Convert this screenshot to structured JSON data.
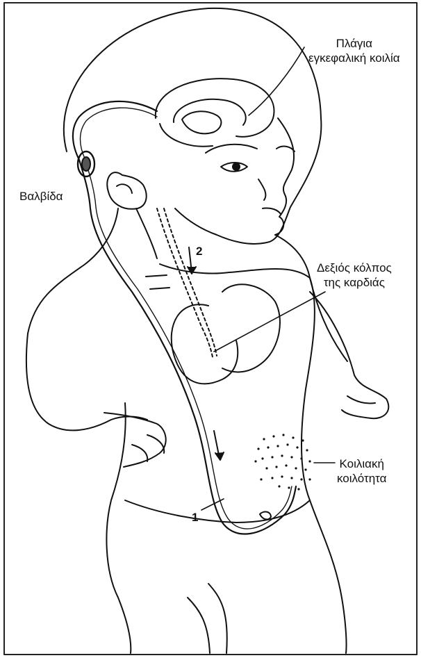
{
  "labels": {
    "lateral_ventricle_line1": "Πλάγια",
    "lateral_ventricle_line2": "εγκεφαλική κοιλία",
    "valve": "Βαλβίδα",
    "right_atrium_line1": "Δεξιός κόλπος",
    "right_atrium_line2": "της καρδιάς",
    "peritoneal_line1": "Κοιλιακή",
    "peritoneal_line2": "κοιλότητα",
    "route_1": "1",
    "route_2": "2"
  },
  "colors": {
    "ink": "#111111",
    "background": "#ffffff"
  }
}
